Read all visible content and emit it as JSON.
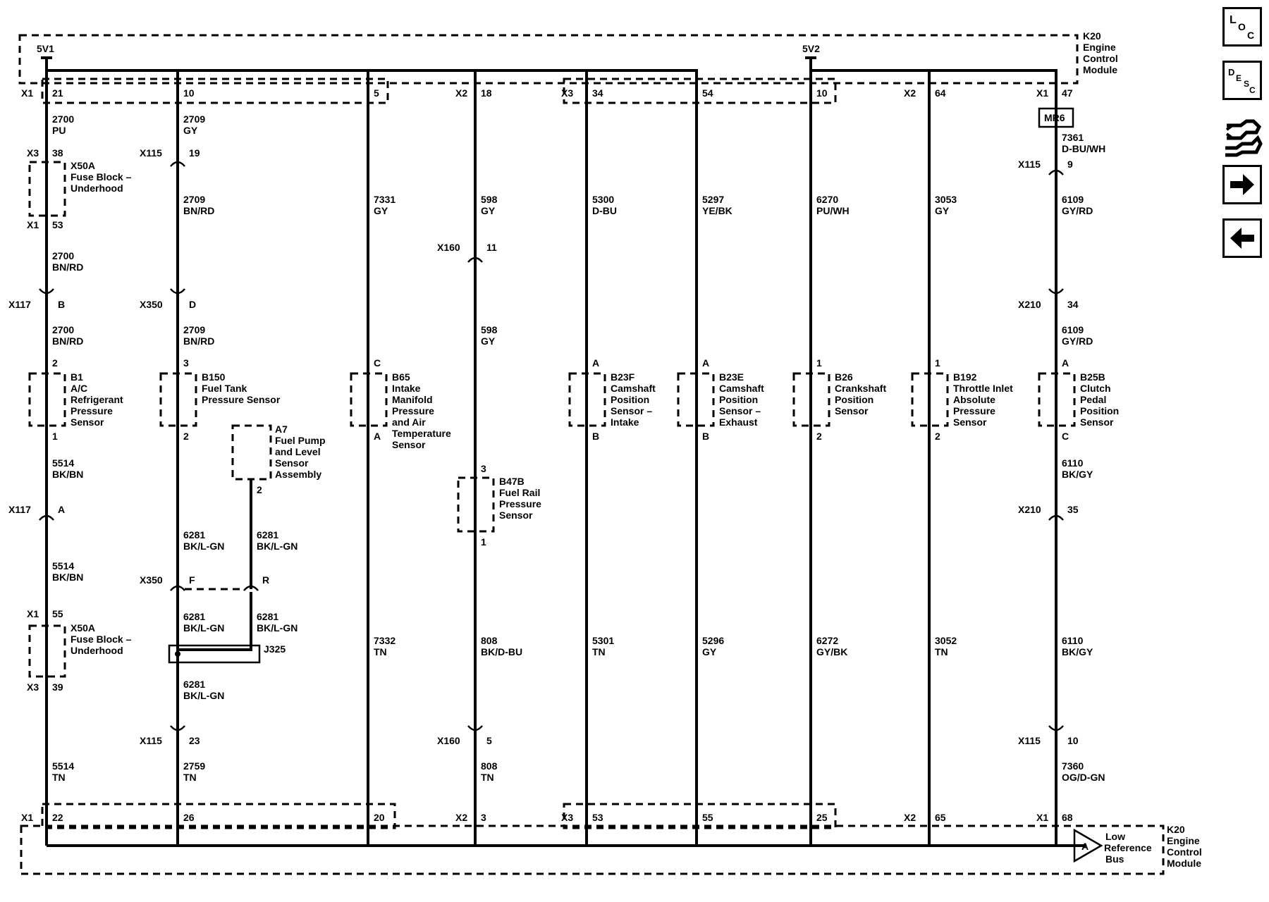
{
  "module": {
    "name": "K20",
    "desc": [
      "Engine",
      "Control",
      "Module"
    ],
    "rails": [
      "5V1",
      "5V2"
    ],
    "ground_bus": [
      "Low",
      "Reference",
      "Bus"
    ],
    "ground_bus_symbol": "A"
  },
  "circuits": [
    {
      "id": "c1",
      "top_pin": "21",
      "top_conn": "X1",
      "bottom_pin": "22",
      "bottom_conn": "X1",
      "top_wire": [
        "2700",
        "PU"
      ],
      "mid_wires": [
        [
          "2700",
          "BN/RD"
        ],
        [
          "2700",
          "BN/RD"
        ],
        [
          "5514",
          "BK/BN"
        ],
        [
          "5514",
          "BK/BN"
        ]
      ],
      "bottom_wire": [
        "5514",
        "TN"
      ],
      "fuse1": {
        "top_conn": "X3",
        "top_pin": "38",
        "bottom_conn": "X1",
        "bottom_pin": "53",
        "name": "X50A",
        "desc": [
          "Fuse Block –",
          "Underhood"
        ]
      },
      "conn_a": {
        "name": "X117",
        "pin": "B"
      },
      "sensor": {
        "name": "B1",
        "desc": [
          "A/C",
          "Refrigerant",
          "Pressure",
          "Sensor"
        ],
        "pin_top": "2",
        "pin_bottom": "1"
      },
      "conn_b": {
        "name": "X117",
        "pin": "A"
      },
      "fuse2": {
        "top_conn": "X1",
        "top_pin": "55",
        "bottom_conn": "X3",
        "bottom_pin": "39",
        "name": "X50A",
        "desc": [
          "Fuse Block –",
          "Underhood"
        ]
      }
    },
    {
      "id": "c2",
      "top_pin": "10",
      "bottom_pin": "26",
      "top_wire": [
        "2709",
        "GY"
      ],
      "wire2": [
        "2709",
        "BN/RD"
      ],
      "wire3": [
        "2709",
        "BN/RD"
      ],
      "conn_a": {
        "name": "X115",
        "pin": "19"
      },
      "conn_b": {
        "name": "X350",
        "pin": "D"
      },
      "sensor": {
        "name": "B150",
        "desc": [
          "Fuel Tank",
          "Pressure Sensor"
        ],
        "pin_top": "3",
        "pin_bottom": "2"
      },
      "pump": {
        "name": "A7",
        "desc": [
          "Fuel Pump",
          "and Level",
          "Sensor",
          "Assembly"
        ],
        "pin": "2"
      },
      "pump_wires": [
        [
          "6281",
          "BK/L-GN"
        ],
        [
          "6281",
          "BK/L-GN"
        ]
      ],
      "x350": {
        "name": "X350",
        "pin_left": "F",
        "pin_right": "R"
      },
      "below_wires": [
        [
          "6281",
          "BK/L-GN"
        ],
        [
          "6281",
          "BK/L-GN"
        ]
      ],
      "splice": "J325",
      "splice_wire": [
        "6281",
        "BK/L-GN"
      ],
      "conn_c": {
        "name": "X115",
        "pin": "23"
      },
      "bottom_wire": [
        "2759",
        "TN"
      ]
    },
    {
      "id": "c3",
      "top_pin": "5",
      "bottom_pin": "20",
      "top_wire": [
        "7331",
        "GY"
      ],
      "bottom_wire": [
        "7332",
        "TN"
      ],
      "sensor": {
        "name": "B65",
        "desc": [
          "Intake",
          "Manifold",
          "Pressure",
          "and Air",
          "Temperature",
          "Sensor"
        ],
        "pin_top": "C",
        "pin_bottom": "A"
      }
    },
    {
      "id": "c4",
      "top_conn": "X2",
      "top_pin": "18",
      "bottom_conn": "X2",
      "bottom_pin": "3",
      "top_wire": [
        "598",
        "GY"
      ],
      "wire2": [
        "598",
        "GY"
      ],
      "bottom_wire2": [
        "808",
        "BK/D-BU"
      ],
      "bottom_wire": [
        "808",
        "TN"
      ],
      "conn_a": {
        "name": "X160",
        "pin": "11"
      },
      "conn_b": {
        "name": "X160",
        "pin": "5"
      },
      "sensor": {
        "name": "B47B",
        "desc": [
          "Fuel Rail",
          "Pressure",
          "Sensor"
        ],
        "pin_top": "3",
        "pin_bottom": "1"
      }
    },
    {
      "id": "c5",
      "top_conn": "X3",
      "top_pin": "34",
      "bottom_conn": "X3",
      "bottom_pin": "53",
      "top_wire": [
        "5300",
        "D-BU"
      ],
      "bottom_wire": [
        "5301",
        "TN"
      ],
      "sensor": {
        "name": "B23F",
        "desc": [
          "Camshaft",
          "Position",
          "Sensor –",
          "Intake"
        ],
        "pin_top": "A",
        "pin_bottom": "B"
      }
    },
    {
      "id": "c6",
      "top_pin": "54",
      "bottom_pin": "55",
      "top_wire": [
        "5297",
        "YE/BK"
      ],
      "bottom_wire": [
        "5296",
        "GY"
      ],
      "sensor": {
        "name": "B23E",
        "desc": [
          "Camshaft",
          "Position",
          "Sensor –",
          "Exhaust"
        ],
        "pin_top": "A",
        "pin_bottom": "B"
      }
    },
    {
      "id": "c7",
      "top_pin": "10",
      "bottom_pin": "25",
      "top_wire": [
        "6270",
        "PU/WH"
      ],
      "bottom_wire": [
        "6272",
        "GY/BK"
      ],
      "sensor": {
        "name": "B26",
        "desc": [
          "Crankshaft",
          "Position",
          "Sensor"
        ],
        "pin_top": "1",
        "pin_bottom": "2"
      }
    },
    {
      "id": "c8",
      "top_conn": "X2",
      "top_pin": "64",
      "bottom_conn": "X2",
      "bottom_pin": "65",
      "top_wire": [
        "3053",
        "GY"
      ],
      "bottom_wire": [
        "3052",
        "TN"
      ],
      "sensor": {
        "name": "B192",
        "desc": [
          "Throttle Inlet",
          "Absolute",
          "Pressure",
          "Sensor"
        ],
        "pin_top": "1",
        "pin_bottom": "2"
      }
    },
    {
      "id": "c9",
      "top_conn": "X1",
      "top_pin": "47",
      "bottom_conn": "X1",
      "bottom_pin": "68",
      "mr": "MR6",
      "top_wire": [
        "7361",
        "D-BU/WH"
      ],
      "conn_a": {
        "name": "X115",
        "pin": "9"
      },
      "wire2": [
        "6109",
        "GY/RD"
      ],
      "conn_b": {
        "name": "X210",
        "pin": "34"
      },
      "wire3": [
        "6109",
        "GY/RD"
      ],
      "sensor": {
        "name": "B25B",
        "desc": [
          "Clutch",
          "Pedal",
          "Position",
          "Sensor"
        ],
        "pin_top": "A",
        "pin_bottom": "C"
      },
      "wire4": [
        "6110",
        "BK/GY"
      ],
      "conn_c": {
        "name": "X210",
        "pin": "35"
      },
      "wire5": [
        "6110",
        "BK/GY"
      ],
      "conn_d": {
        "name": "X115",
        "pin": "10"
      },
      "bottom_wire": [
        "7360",
        "OG/D-GN"
      ]
    }
  ],
  "nav": {
    "loc": [
      "L",
      "O",
      "C"
    ],
    "desc": [
      "D",
      "E",
      "S",
      "C"
    ],
    "icons": [
      "connector-info-icon",
      "arrow-right-icon",
      "arrow-left-icon"
    ]
  }
}
